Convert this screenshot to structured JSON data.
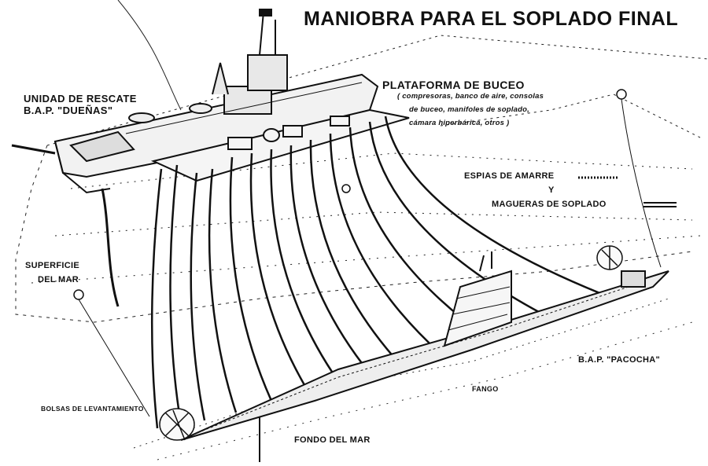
{
  "title": "MANIOBRA PARA EL SOPLADO FINAL",
  "labels": {
    "rescue_unit_line1": "UNIDAD DE RESCATE",
    "rescue_unit_line2": "B.A.P. \"DUEÑAS\"",
    "diving_platform": "PLATAFORMA DE BUCEO",
    "diving_platform_detail_1": "( compresoras, banco de aire, consolas",
    "diving_platform_detail_2": "de buceo, manifoles de soplado,",
    "diving_platform_detail_3": "cámara hiperbárica, otros )",
    "mooring_lines_line1": "ESPIAS DE AMARRE",
    "mooring_lines_and": "Y",
    "mooring_lines_line2": "MAGUERAS DE SOPLADO",
    "sea_surface_line1": "SUPERFICIE",
    "sea_surface_line2": "DEL MAR",
    "submarine": "B.A.P. \"PACOCHA\"",
    "mud": "FANGO",
    "lifting_bags": "BOLSAS DE LEVANTAMIENTO",
    "sea_floor": "FONDO DEL MAR"
  }
}
